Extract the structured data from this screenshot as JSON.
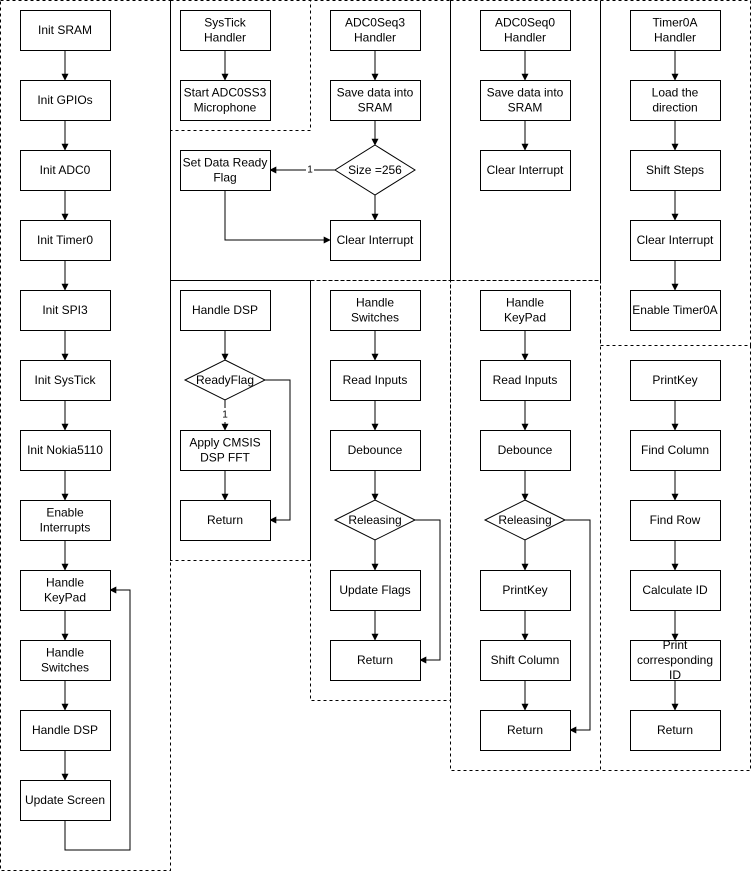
{
  "colors": {
    "stroke": "#000000",
    "fill": "#ffffff",
    "background": "#ffffff"
  },
  "nodes": {
    "init_sram": "Init SRAM",
    "init_gpios": "Init GPIOs",
    "init_adc0": "Init ADC0",
    "init_timer0": "Init Timer0",
    "init_spi3": "Init SPI3",
    "init_systick": "Init SysTick",
    "init_nokia": "Init Nokia5110",
    "enable_interrupts": [
      "Enable",
      "Interrupts"
    ],
    "main_handle_keypad": [
      "Handle",
      "KeyPad"
    ],
    "main_handle_switches": [
      "Handle",
      "Switches"
    ],
    "main_handle_dsp": "Handle DSP",
    "update_screen": "Update Screen",
    "systick_handler": [
      "SysTick",
      "Handler"
    ],
    "start_adc": [
      "Start ADC0SS3",
      "Microphone"
    ],
    "adc0seq3_handler": [
      "ADC0Seq3",
      "Handler"
    ],
    "seq3_save": [
      "Save data into",
      "SRAM"
    ],
    "size_decision": "Size =256",
    "set_flag": [
      "Set Data Ready",
      "Flag"
    ],
    "seq3_clear": "Clear Interrupt",
    "adc0seq0_handler": [
      "ADC0Seq0",
      "Handler"
    ],
    "seq0_save": [
      "Save data into",
      "SRAM"
    ],
    "seq0_clear": "Clear Interrupt",
    "timer0a_handler": [
      "Timer0A",
      "Handler"
    ],
    "load_direction": [
      "Load the",
      "direction"
    ],
    "shift_steps": "Shift Steps",
    "timer_clear": "Clear Interrupt",
    "enable_timer0a": "Enable Timer0A",
    "dsp_handle": "Handle DSP",
    "ready_flag": "ReadyFlag",
    "apply_fft": [
      "Apply CMSIS",
      "DSP FFT"
    ],
    "dsp_return": "Return",
    "sw_handle": [
      "Handle",
      "Switches"
    ],
    "sw_read": "Read Inputs",
    "sw_debounce": "Debounce",
    "sw_releasing": "Releasing",
    "sw_update": "Update Flags",
    "sw_return": "Return",
    "kp_handle": [
      "Handle",
      "KeyPad"
    ],
    "kp_read": "Read Inputs",
    "kp_debounce": "Debounce",
    "kp_releasing": "Releasing",
    "kp_printkey": "PrintKey",
    "kp_shift": "Shift Column",
    "kp_return": "Return",
    "pk_printkey": "PrintKey",
    "pk_find_col": "Find Column",
    "pk_find_row": "Find Row",
    "pk_calc_id": "Calculate ID",
    "pk_print": [
      "Print",
      "corresponding",
      "ID"
    ],
    "pk_return": "Return"
  },
  "edge_labels": {
    "size_yes": "1",
    "ready_yes": "1"
  }
}
